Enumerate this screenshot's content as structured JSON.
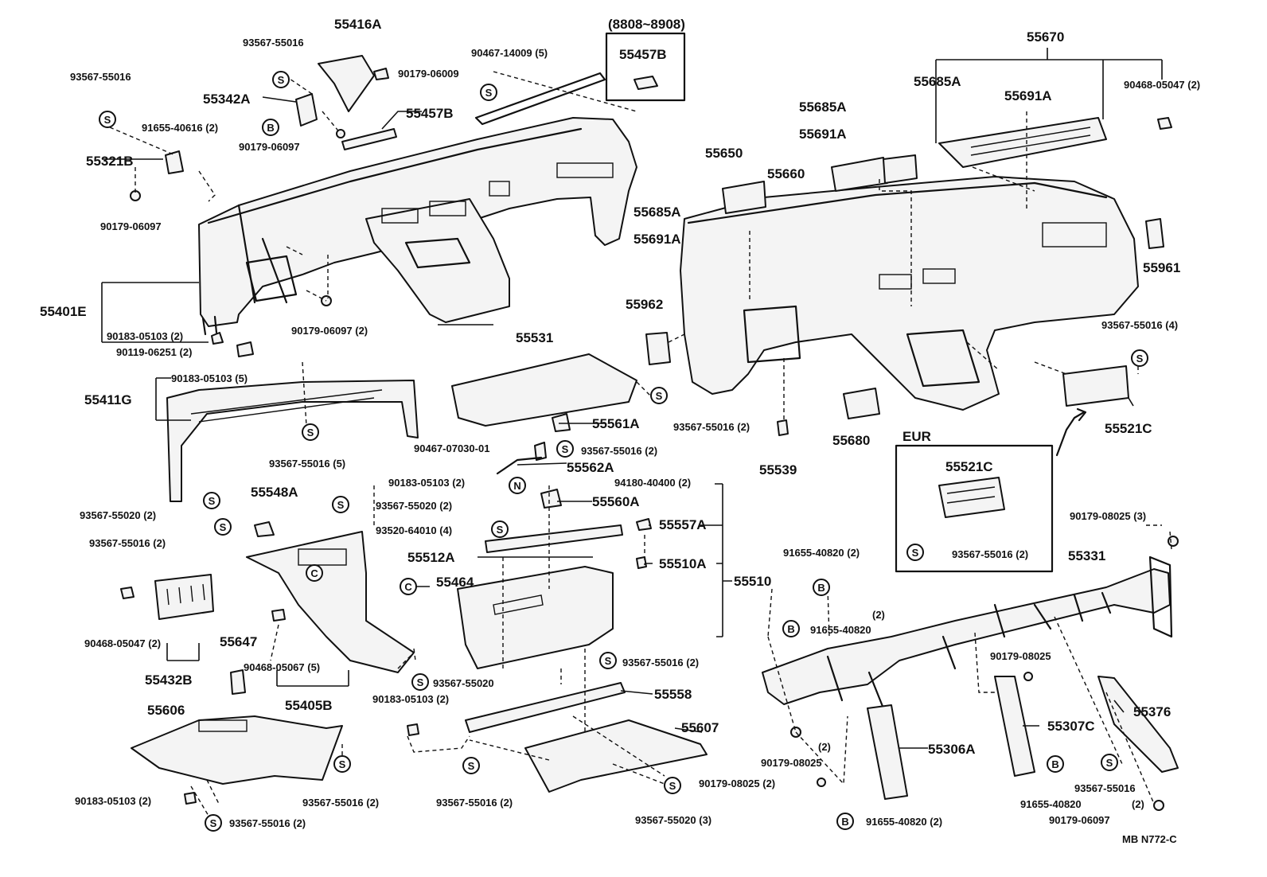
{
  "diagram": {
    "code": "MB  N772-C",
    "date_range": "(8808~8908)",
    "eur_label": "EUR",
    "parts": {
      "p55416A": "55416A",
      "p93567_55016_a": "93567-55016",
      "p93567_55016_b": "93567-55016",
      "p90467_14009": "90467-14009 (5)",
      "p90179_06009": "90179-06009",
      "p55342A": "55342A",
      "p91655_40616": "91655-40616 (2)",
      "p55457B_a": "55457B",
      "p55457B_b": "55457B",
      "p90179_06097_a": "90179-06097",
      "p55321B": "55321B",
      "p90179_06097_b": "90179-06097",
      "p90179_06097_c": "90179-06097 (2)",
      "p55401E": "55401E",
      "p90183_05103_a": "90183-05103 (2)",
      "p90119_06251": "90119-06251 (2)",
      "p90183_05103_b": "90183-05103 (5)",
      "p55411G": "55411G",
      "p93567_55016_c": "93567-55016 (5)",
      "p93567_55020_a": "93567-55020 (2)",
      "p55548A": "55548A",
      "p93567_55016_d": "93567-55016 (2)",
      "p90183_05103_c": "90183-05103 (2)",
      "p93567_55020_b": "93567-55020 (2)",
      "p93520_64010": "93520-64010 (4)",
      "p55512A": "55512A",
      "p55464": "55464",
      "p90468_05047_a": "90468-05047 (2)",
      "p55432B": "55432B",
      "p55647": "55647",
      "p90468_05067": "90468-05067 (5)",
      "p55405B": "55405B",
      "p55606": "55606",
      "p90183_05103_d": "90183-05103 (2)",
      "p93567_55016_e": "93567-55016 (2)",
      "p93567_55016_f": "93567-55016 (2)",
      "p55531": "55531",
      "p55561A": "55561A",
      "p93567_55016_g": "93567-55016 (2)",
      "p90467_07030": "90467-07030-01",
      "p93567_55016_h": "93567-55016 (2)",
      "p55562A": "55562A",
      "p94180_40400": "94180-40400 (2)",
      "p55560A": "55560A",
      "p55557A": "55557A",
      "p55510A": "55510A",
      "p55510": "55510",
      "p93567_55016_i": "93567-55016 (2)",
      "p93567_55020_c": "93567-55020",
      "p90183_05103_e": "90183-05103 (2)",
      "p55558": "55558",
      "p55607": "55607",
      "p93567_55016_j": "93567-55016 (2)",
      "p93567_55020_d": "93567-55020 (3)",
      "p55670": "55670",
      "p55685A_a": "55685A",
      "p55691A_a": "55691A",
      "p90468_05047_b": "90468-05047 (2)",
      "p55685A_b": "55685A",
      "p55691A_b": "55691A",
      "p55650": "55650",
      "p55660": "55660",
      "p55685A_c": "55685A",
      "p55691A_c": "55691A",
      "p55961": "55961",
      "p55962": "55962",
      "p93567_55016_k": "93567-55016 (4)",
      "p55539": "55539",
      "p55680": "55680",
      "p55521C_a": "55521C",
      "p55521C_b": "55521C",
      "p93567_55016_l": "93567-55016 (2)",
      "p90179_08025_a": "90179-08025 (3)",
      "p91655_40820_a": "91655-40820 (2)",
      "p55331": "55331",
      "p91655_40820_b_qty": "(2)",
      "p91655_40820_b": "91655-40820",
      "p90179_08025_b": "90179-08025",
      "p90179_08025_c": "90179-08025",
      "p90179_08025_c_qty": "(2)",
      "p55307C": "55307C",
      "p55376": "55376",
      "p55306A": "55306A",
      "p90179_08025_d": "90179-08025 (2)",
      "p91655_40820_c": "91655-40820",
      "p93567_55016_m": "93567-55016",
      "p93567_55016_m_qty": "(2)",
      "p91655_40820_d": "91655-40820 (2)",
      "p90179_06097_d": "90179-06097"
    },
    "symbols": {
      "S": "S",
      "B": "B",
      "N": "N",
      "C": "C"
    }
  }
}
